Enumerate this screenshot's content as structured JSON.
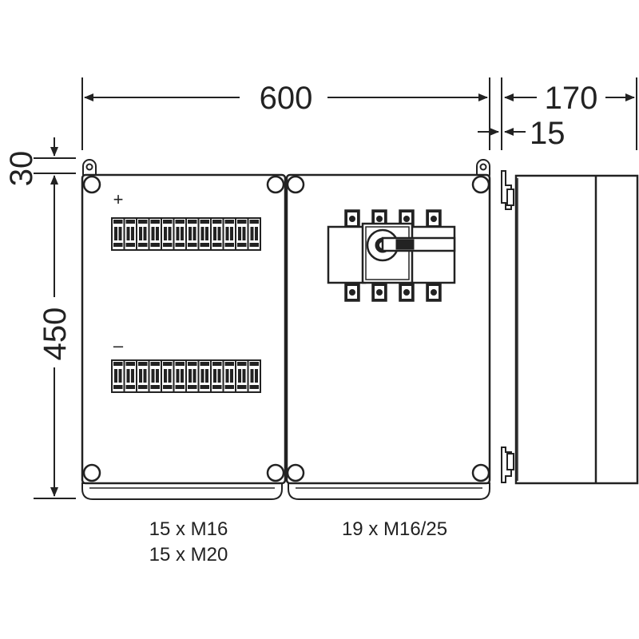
{
  "dimensions": {
    "width": "600",
    "depth": "170",
    "wall": "15",
    "top_offset": "30",
    "height": "450"
  },
  "polarity": {
    "plus": "+",
    "minus": "–"
  },
  "cable_glands": {
    "left_line1": "15 x M16",
    "left_line2": "15 x M20",
    "right_line1": "19 x M16/25"
  },
  "terminal_block": {
    "modules_per_row": 12
  },
  "switch": {
    "poles": 4
  }
}
